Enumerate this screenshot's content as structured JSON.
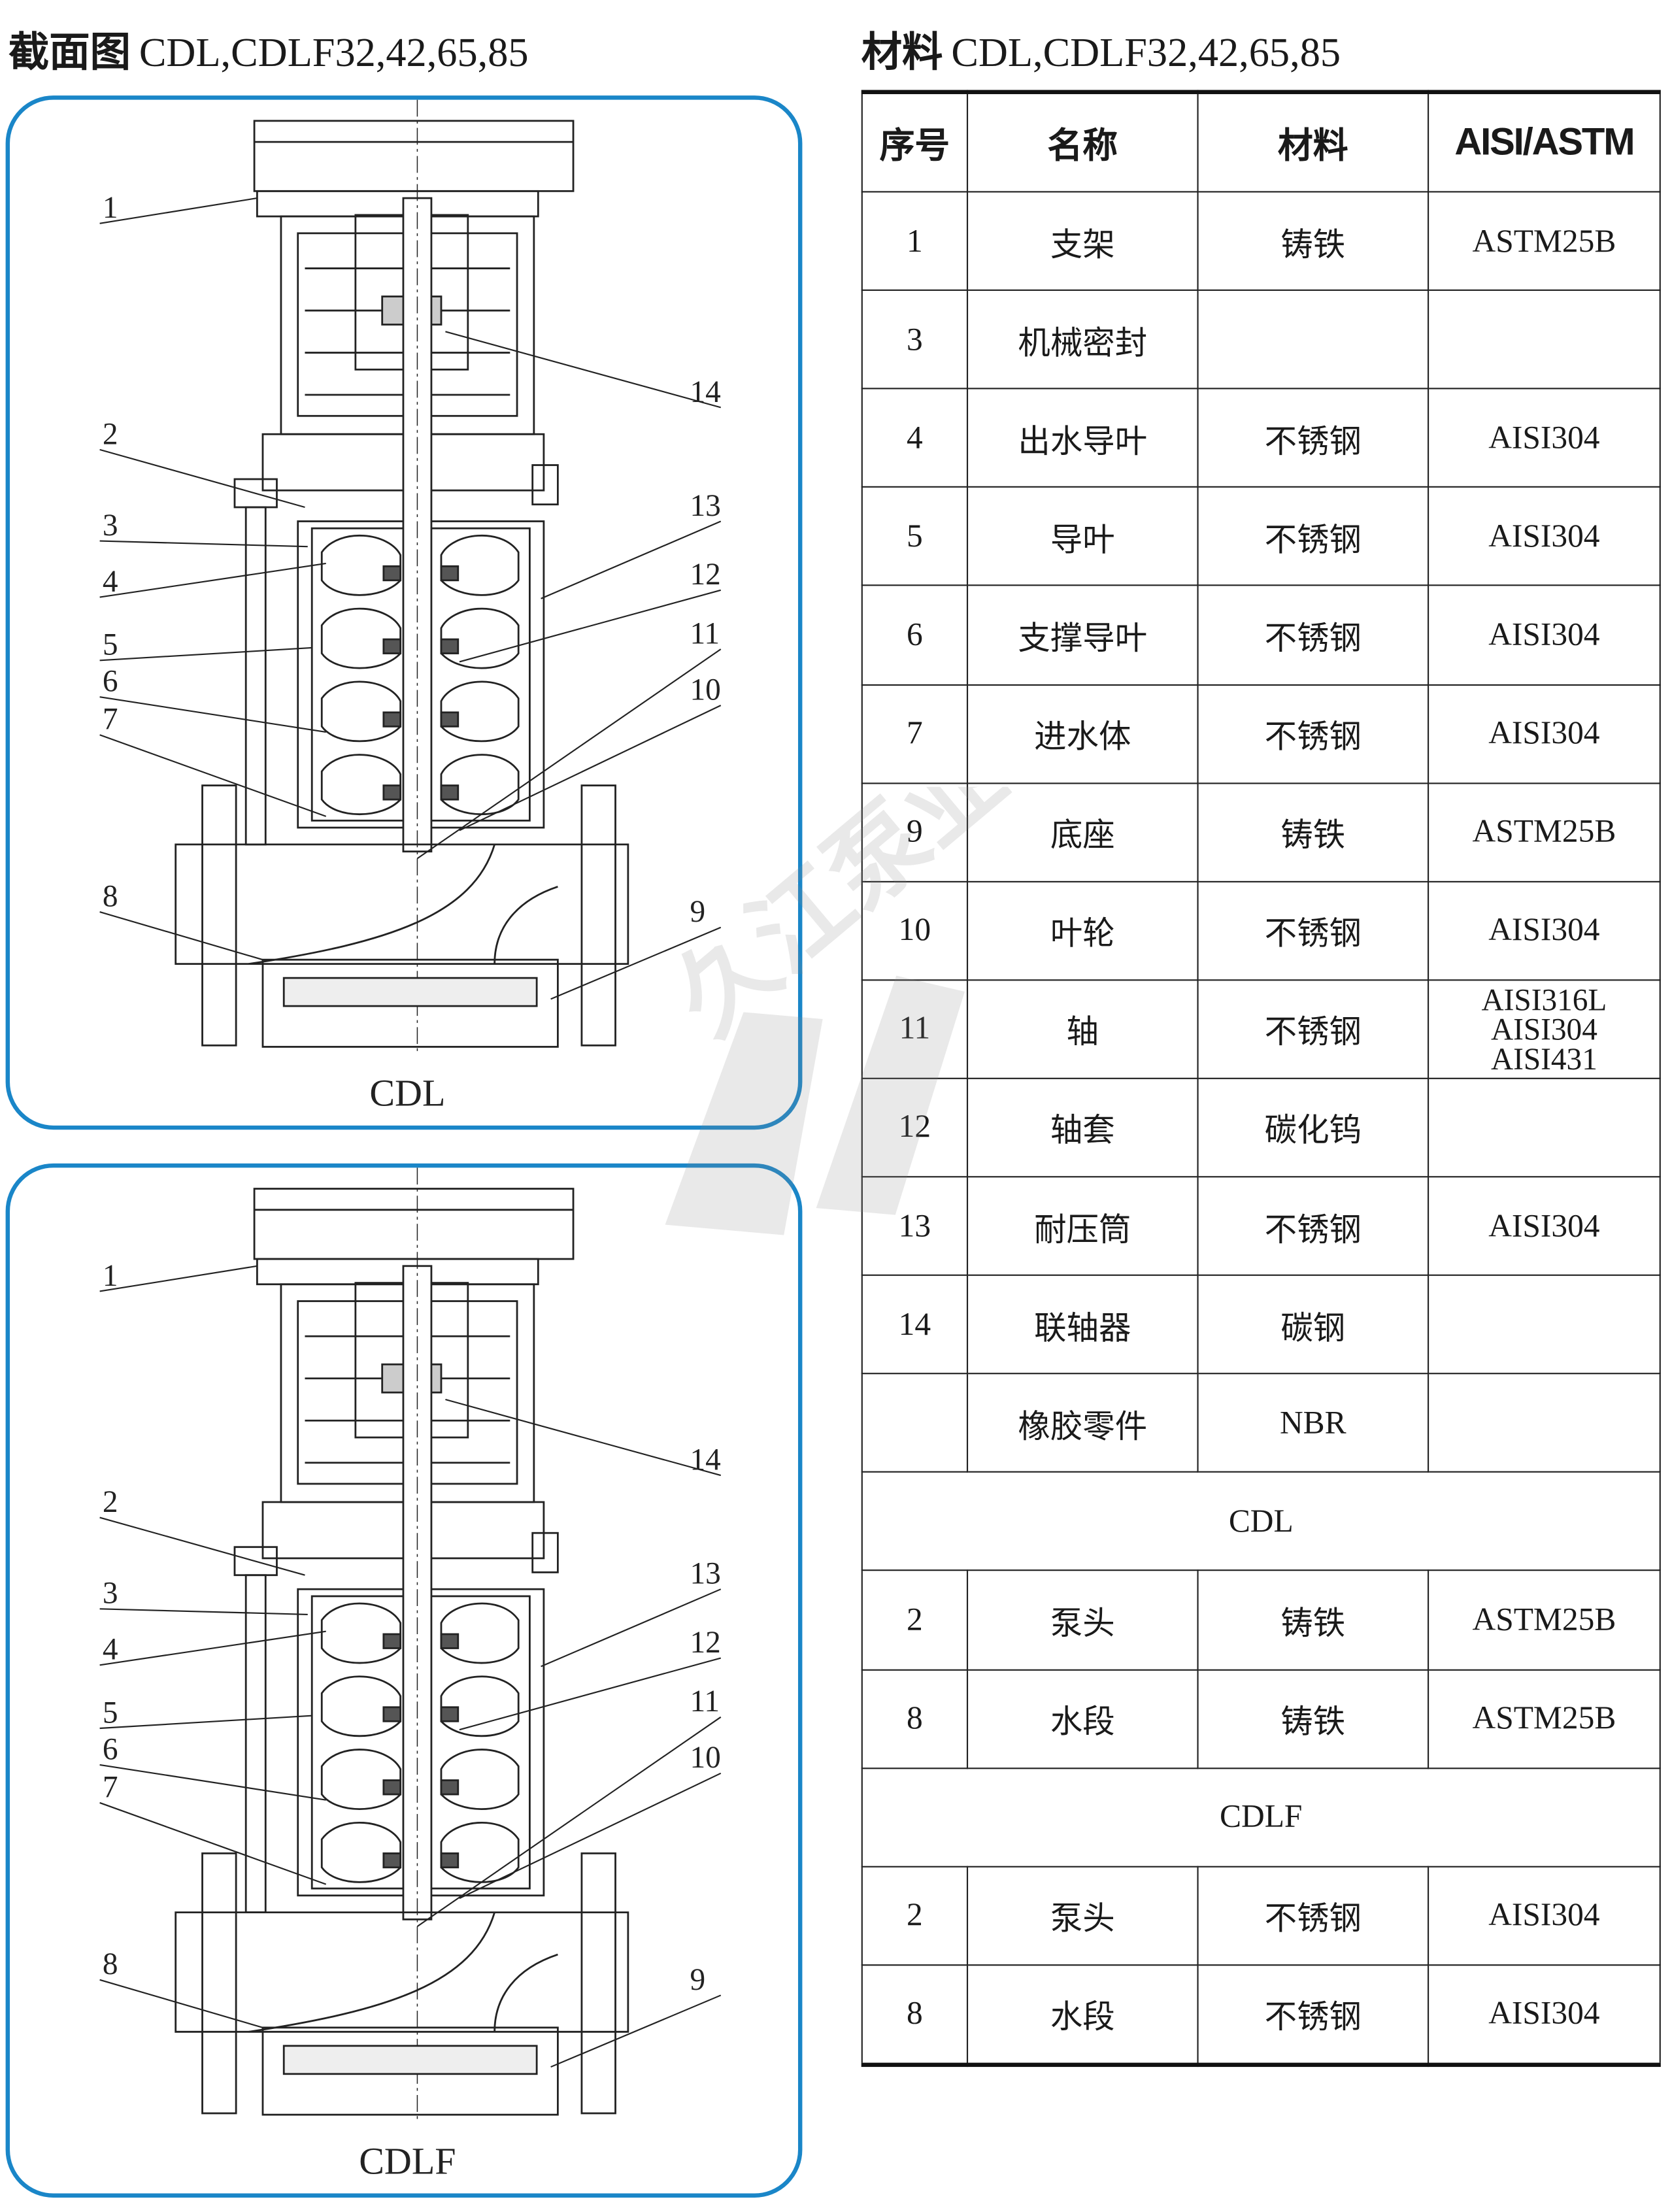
{
  "left_title": {
    "cn": "截面图",
    "en": "CDL,CDLF32,42,65,85"
  },
  "right_title": {
    "cn": "材料",
    "en": "CDL,CDLF32,42,65,85"
  },
  "panels": [
    {
      "caption": "CDL",
      "left_labels": [
        "1",
        "2",
        "3",
        "4",
        "5",
        "6",
        "7",
        "8"
      ],
      "right_labels": [
        "14",
        "13",
        "12",
        "11",
        "10",
        "9"
      ]
    },
    {
      "caption": "CDLF",
      "left_labels": [
        "1",
        "2",
        "3",
        "4",
        "5",
        "6",
        "7",
        "8"
      ],
      "right_labels": [
        "14",
        "13",
        "12",
        "11",
        "10",
        "9"
      ]
    }
  ],
  "table": {
    "headers": [
      "序号",
      "名称",
      "材料",
      "AISI/ASTM"
    ],
    "rows": [
      {
        "no": "1",
        "name": "支架",
        "material": "铸铁",
        "std": "ASTM25B"
      },
      {
        "no": "3",
        "name": "机械密封",
        "material": "",
        "std": ""
      },
      {
        "no": "4",
        "name": "出水导叶",
        "material": "不锈钢",
        "std": "AISI304"
      },
      {
        "no": "5",
        "name": "导叶",
        "material": "不锈钢",
        "std": "AISI304"
      },
      {
        "no": "6",
        "name": "支撑导叶",
        "material": "不锈钢",
        "std": "AISI304"
      },
      {
        "no": "7",
        "name": "进水体",
        "material": "不锈钢",
        "std": "AISI304"
      },
      {
        "no": "9",
        "name": "底座",
        "material": "铸铁",
        "std": "ASTM25B"
      },
      {
        "no": "10",
        "name": "叶轮",
        "material": "不锈钢",
        "std": "AISI304"
      },
      {
        "no": "11",
        "name": "轴",
        "material": "不锈钢",
        "std_lines": [
          "AISI316L",
          "AISI304",
          "AISI431"
        ]
      },
      {
        "no": "12",
        "name": "轴套",
        "material": "碳化钨",
        "std": ""
      },
      {
        "no": "13",
        "name": "耐压筒",
        "material": "不锈钢",
        "std": "AISI304"
      },
      {
        "no": "14",
        "name": "联轴器",
        "material": "碳钢",
        "std": ""
      },
      {
        "no": "",
        "name": "橡胶零件",
        "material": "NBR",
        "std": ""
      },
      {
        "section": "CDL"
      },
      {
        "no": "2",
        "name": "泵头",
        "material": "铸铁",
        "std": "ASTM25B"
      },
      {
        "no": "8",
        "name": "水段",
        "material": "铸铁",
        "std": "ASTM25B"
      },
      {
        "section": "CDLF"
      },
      {
        "no": "2",
        "name": "泵头",
        "material": "不锈钢",
        "std": "AISI304"
      },
      {
        "no": "8",
        "name": "水段",
        "material": "不锈钢",
        "std": "AISI304"
      }
    ]
  },
  "watermark": {
    "text": "久江泵业"
  },
  "colors": {
    "panel_border": "#1a86c8",
    "ink": "#1a1a1a"
  }
}
